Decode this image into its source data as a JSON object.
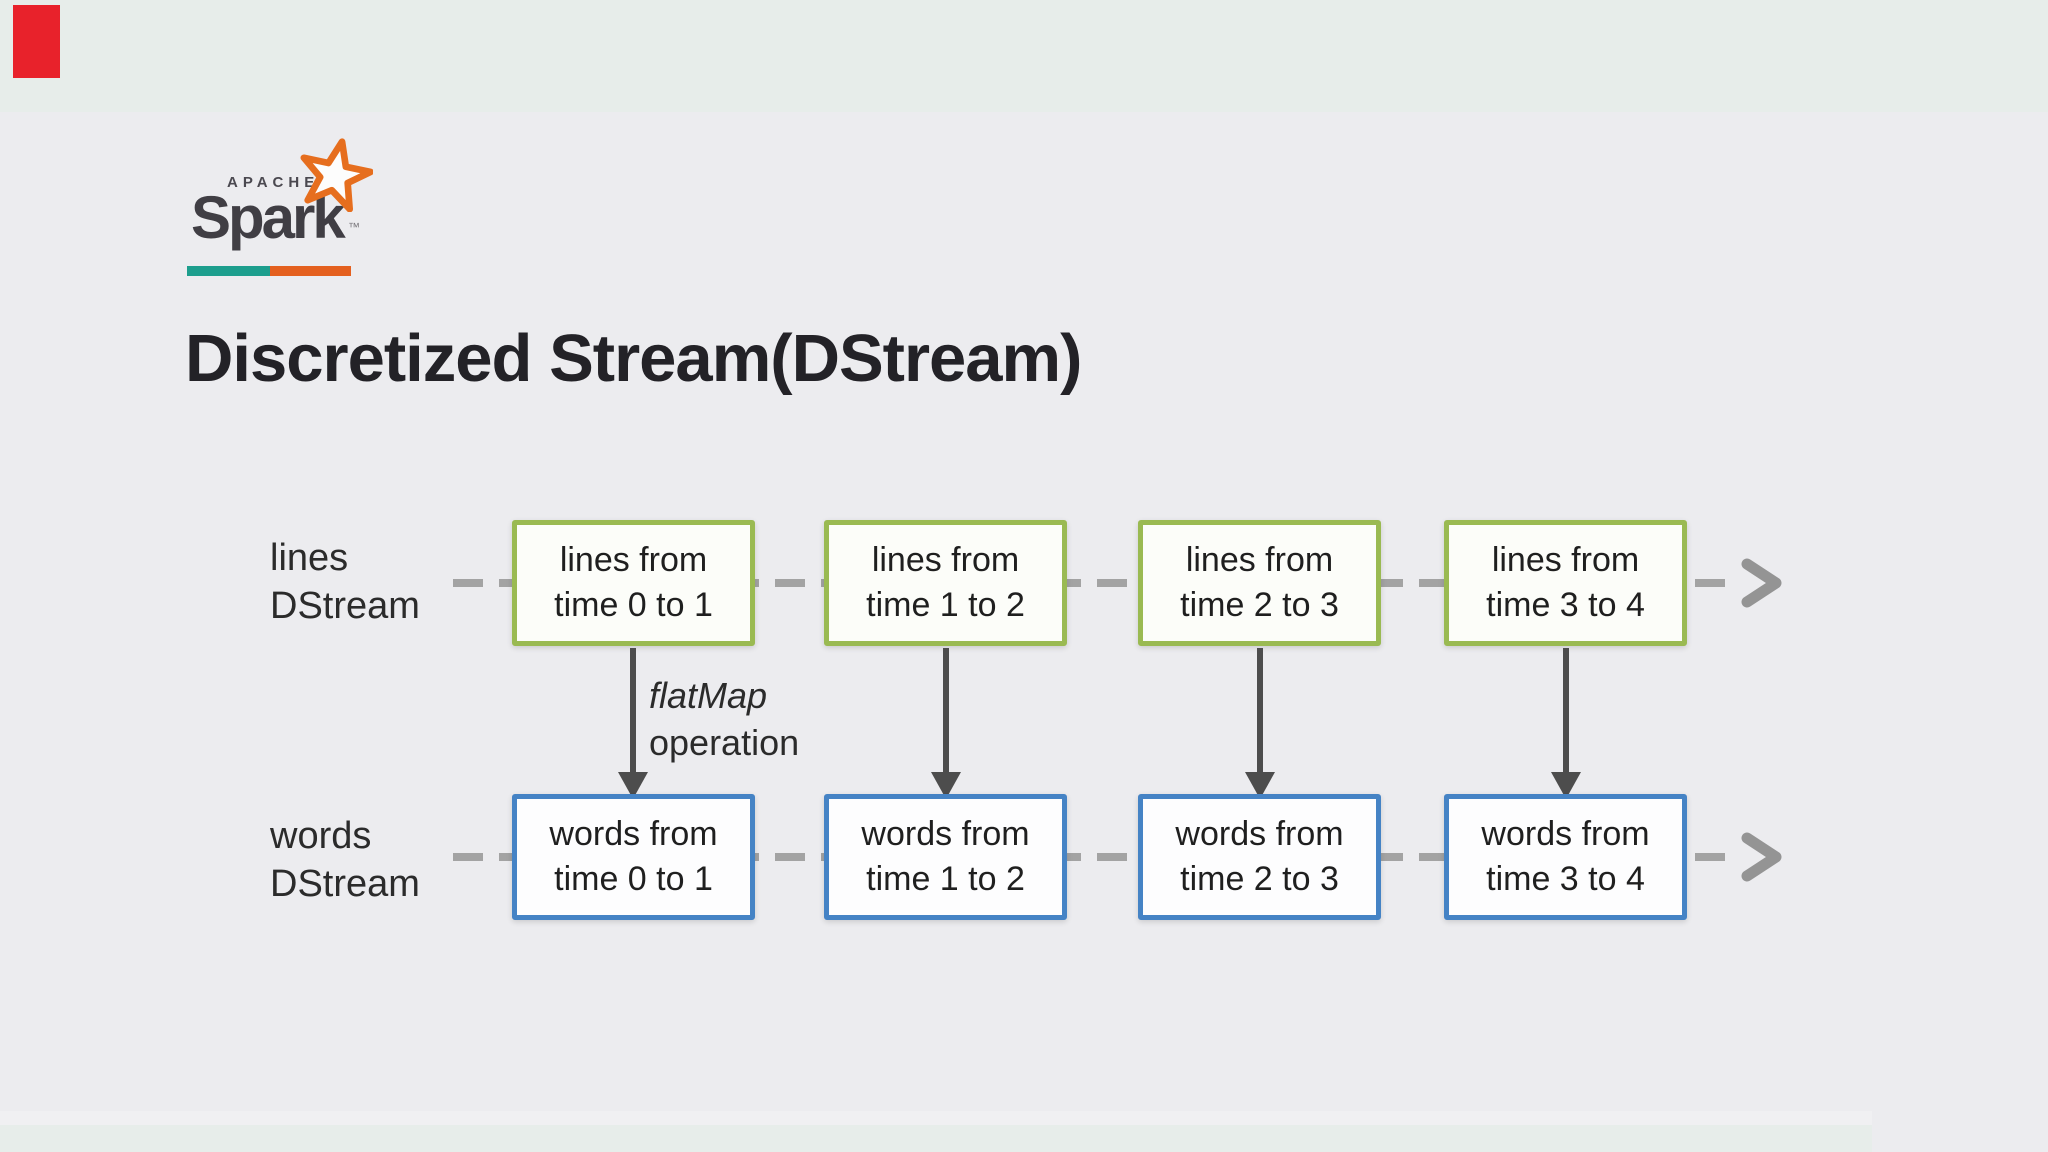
{
  "slide": {
    "logo": {
      "apache": "APACHE",
      "name": "Spark",
      "tm": "™"
    },
    "title": "Discretized Stream(DStream)",
    "diagram": {
      "rows": [
        {
          "label_line1": "lines",
          "label_line2": "DStream",
          "boxes": [
            {
              "line1": "lines from",
              "line2": "time 0 to 1"
            },
            {
              "line1": "lines from",
              "line2": "time 1 to 2"
            },
            {
              "line1": "lines from",
              "line2": "time 2 to 3"
            },
            {
              "line1": "lines from",
              "line2": "time 3 to 4"
            }
          ]
        },
        {
          "label_line1": "words",
          "label_line2": "DStream",
          "boxes": [
            {
              "line1": "words from",
              "line2": "time 0 to 1"
            },
            {
              "line1": "words from",
              "line2": "time 1 to 2"
            },
            {
              "line1": "words from",
              "line2": "time 2 to 3"
            },
            {
              "line1": "words from",
              "line2": "time 3 to 4"
            }
          ]
        }
      ],
      "annotation": {
        "line1": "flatMap",
        "line2": "operation"
      }
    },
    "icons": {
      "logo_star": "spark-star-icon",
      "stream_continuation": "chevron-right-arrow",
      "transform": "arrow-down"
    },
    "colors": {
      "background_top_strip": "#e7edea",
      "background_main": "#ececef",
      "red_marker": "#e8222b",
      "lines_box_border": "#9aba52",
      "words_box_border": "#4583c5",
      "dash_line": "#a3a3a3",
      "vertical_arrow": "#4d4d4d",
      "chevron_arrow": "#949494",
      "brand_bar_teal": "#1d9e8d",
      "brand_bar_orange": "#e4601f",
      "spark_orange": "#e66e1e",
      "title_text": "#232227"
    }
  }
}
